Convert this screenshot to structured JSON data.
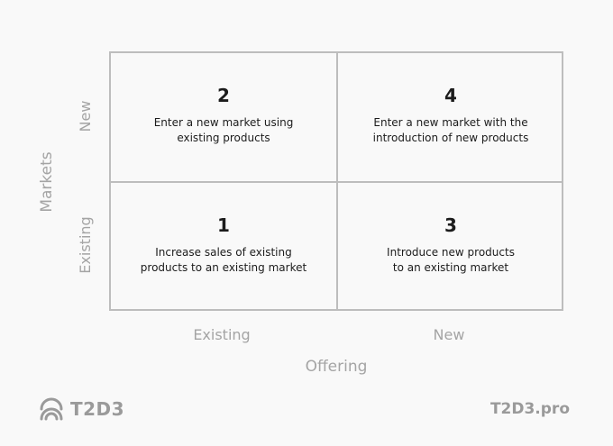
{
  "quadrants": {
    "q2": {
      "number": "2",
      "text": "Enter a new market using\nexisting products"
    },
    "q4": {
      "number": "4",
      "text": "Enter a new market with the\nintroduction of new products"
    },
    "q1": {
      "number": "1",
      "text": "Increase sales of existing\nproducts to an existing market"
    },
    "q3": {
      "number": "3",
      "text": "Introduce new products\nto an existing market"
    }
  },
  "x_axis": {
    "title": "Offering",
    "ticks": [
      "Existing",
      "New"
    ]
  },
  "y_axis": {
    "title": "Markets",
    "ticks": [
      "Existing",
      "New"
    ]
  },
  "brand": {
    "logo_text": "T2D3",
    "site": "T2D3.pro",
    "icon": "t2d3-logo-icon"
  },
  "colors": {
    "grid": "#bdbdbd",
    "axis_text": "#a4a4a4",
    "body_text": "#1c1c1c",
    "brand": "#9a9a9a"
  }
}
